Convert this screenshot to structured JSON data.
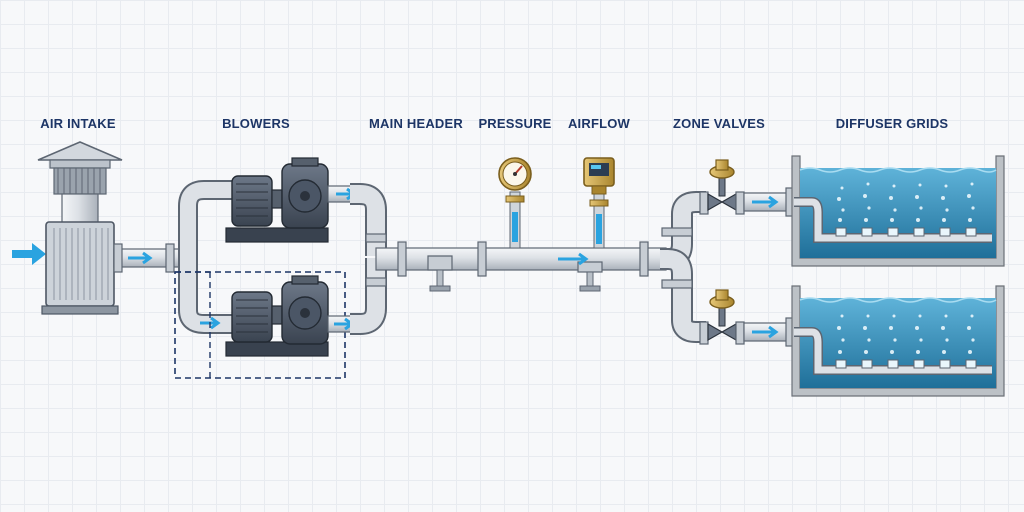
{
  "labels": {
    "air_intake": "AIR INTAKE",
    "blowers": "BLOWERS",
    "main_header": "MAIN HEADER",
    "pressure": "PRESSURE",
    "airflow": "AIRFLOW",
    "zone_valves": "ZONE VALVES",
    "diffuser_grids": "DIFFUSER GRIDS"
  },
  "colors": {
    "label_text": "#1d3566",
    "flow_arrow": "#2aa3e0",
    "pipe": "#d7dce2",
    "pipe_outline": "#5d6672",
    "water": "#3b8fb8",
    "tank_wall": "#bcc1c6",
    "blower_body": "#4b5666",
    "gauge_brass": "#c9a24a",
    "standby_outline": "#1d3566"
  },
  "icons": [
    "intake-hood-icon",
    "blower-icon",
    "pressure-gauge-icon",
    "flow-meter-icon",
    "control-valve-icon",
    "diffuser-grid-icon"
  ]
}
